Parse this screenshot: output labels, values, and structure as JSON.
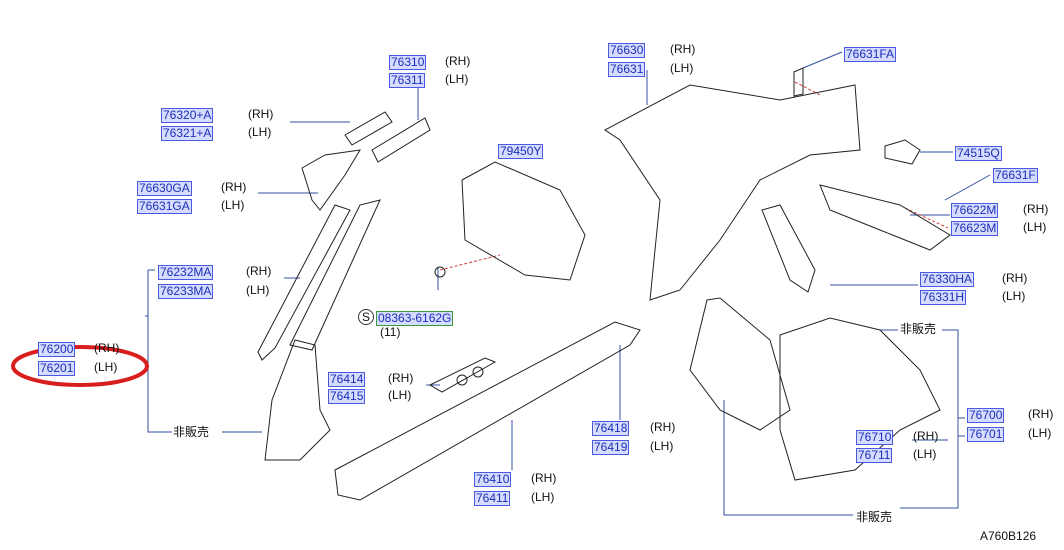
{
  "diagram_code": "A760B126",
  "not_sold_label": "非販売",
  "highlight_color": "#d81e1e",
  "parts": [
    {
      "number": "76310",
      "side": "(RH)"
    },
    {
      "number": "76311",
      "side": "(LH)"
    },
    {
      "number": "76320+A",
      "side": "(RH)"
    },
    {
      "number": "76321+A",
      "side": "(LH)"
    },
    {
      "number": "76630GA",
      "side": "(RH)"
    },
    {
      "number": "76631GA",
      "side": "(LH)"
    },
    {
      "number": "76232MA",
      "side": "(RH)"
    },
    {
      "number": "76233MA",
      "side": "(LH)"
    },
    {
      "number": "76200",
      "side": "(RH)"
    },
    {
      "number": "76201",
      "side": "(LH)"
    },
    {
      "number": "79450Y",
      "side": ""
    },
    {
      "number": "08363-6162G",
      "side": "",
      "symbol": "S",
      "qty": "(11)"
    },
    {
      "number": "76414",
      "side": "(RH)"
    },
    {
      "number": "76415",
      "side": "(LH)"
    },
    {
      "number": "76418",
      "side": "(RH)"
    },
    {
      "number": "76419",
      "side": "(LH)"
    },
    {
      "number": "76410",
      "side": "(RH)"
    },
    {
      "number": "76411",
      "side": "(LH)"
    },
    {
      "number": "76630",
      "side": "(RH)"
    },
    {
      "number": "76631",
      "side": "(LH)"
    },
    {
      "number": "76631FA",
      "side": ""
    },
    {
      "number": "74515Q",
      "side": ""
    },
    {
      "number": "76631F",
      "side": ""
    },
    {
      "number": "76622M",
      "side": "(RH)"
    },
    {
      "number": "76623M",
      "side": "(LH)"
    },
    {
      "number": "76330HA",
      "side": "(RH)"
    },
    {
      "number": "76331H",
      "side": "(LH)"
    },
    {
      "number": "76700",
      "side": "(RH)"
    },
    {
      "number": "76701",
      "side": "(LH)"
    },
    {
      "number": "76710",
      "side": "(RH)"
    },
    {
      "number": "76711",
      "side": "(LH)"
    }
  ]
}
